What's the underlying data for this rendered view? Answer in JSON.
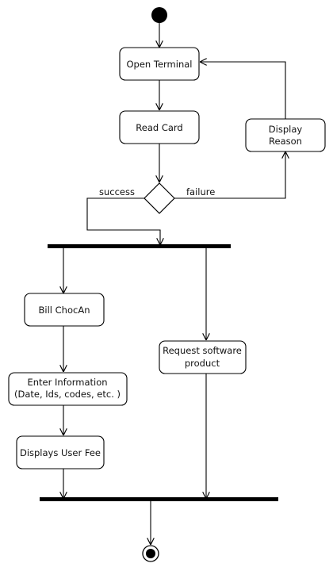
{
  "diagram": {
    "type": "uml-activity",
    "nodes": {
      "open_terminal": "Open Terminal",
      "read_card": "Read Card",
      "display_reason": [
        "Display",
        "Reason"
      ],
      "bill_chocan": "Bill ChocAn",
      "enter_information": [
        "Enter Information",
        "(Date, Ids, codes, etc. )"
      ],
      "displays_user_fee": "Displays User Fee",
      "request_software_product": [
        "Request software",
        "product"
      ]
    },
    "guards": {
      "success": "success",
      "failure": "failure"
    },
    "colors": {
      "stroke": "#000000",
      "fill": "#ffffff",
      "text": "#111111"
    }
  }
}
